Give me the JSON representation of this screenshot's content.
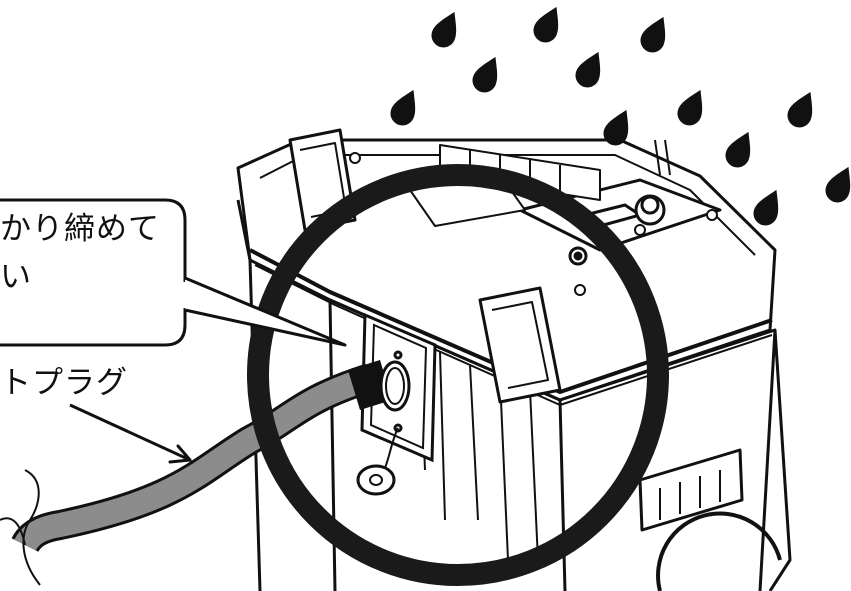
{
  "callout": {
    "line1": "かり締めて",
    "line2": "い"
  },
  "plug_label": "トプラグ",
  "colors": {
    "ink": "#111111",
    "cable": "#8c8c8c",
    "background": "#ffffff",
    "highlight_ring": "#1a1a1a"
  },
  "icons": [
    "raindrop-icon",
    "highlight-ring",
    "cable-plug",
    "equipment-case"
  ]
}
